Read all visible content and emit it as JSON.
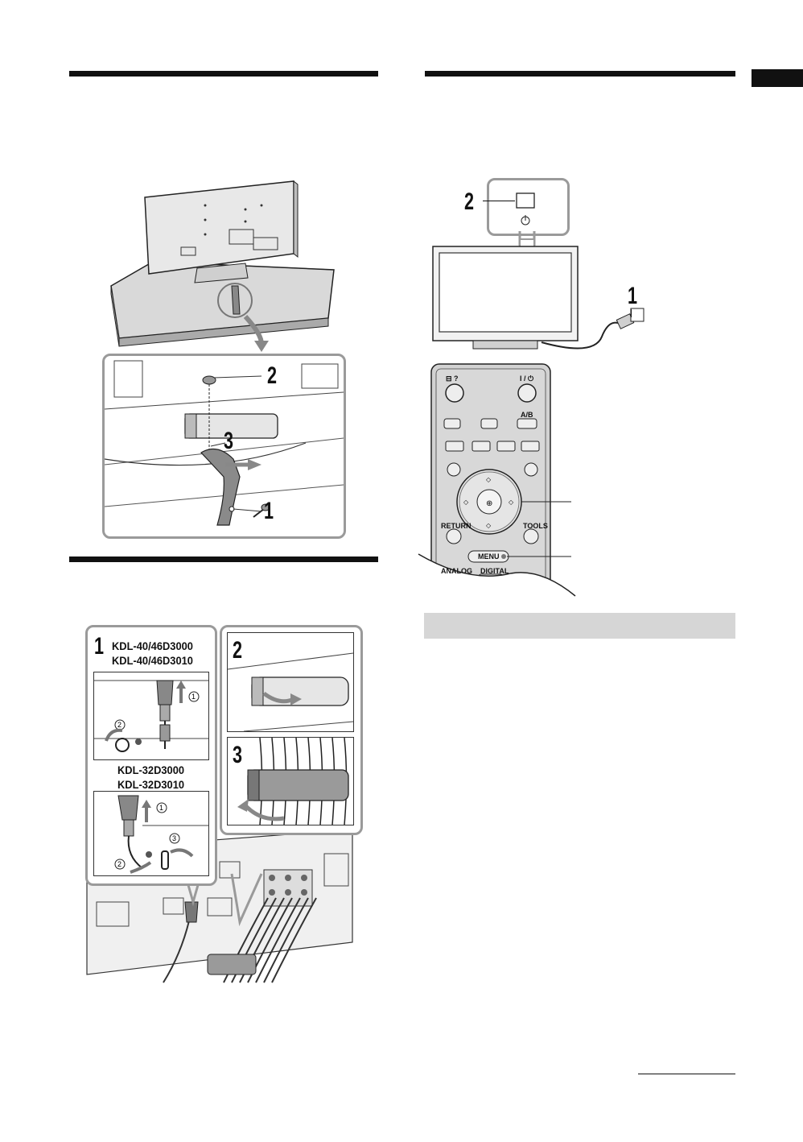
{
  "stand_figure": {
    "callouts": [
      "1",
      "2",
      "3"
    ]
  },
  "cable_figure": {
    "step_numbers": [
      "1",
      "2",
      "3"
    ],
    "models_group1": [
      "KDL-40/46D3000",
      "KDL-40/46D3010"
    ],
    "models_group2": [
      "KDL-32D3000",
      "KDL-32D3010"
    ],
    "circled_steps": [
      "①",
      "②",
      "③"
    ]
  },
  "tv_figure": {
    "callouts": [
      "2",
      "1"
    ]
  },
  "remote": {
    "top_left_label": "⊟ ?",
    "power_label": "I / ⏻",
    "ab_label": "A/B",
    "return_label": "RETURN",
    "tools_label": "TOOLS",
    "menu_label": "MENU",
    "analog_label": "ANALOG",
    "digital_label": "DIGITAL"
  }
}
